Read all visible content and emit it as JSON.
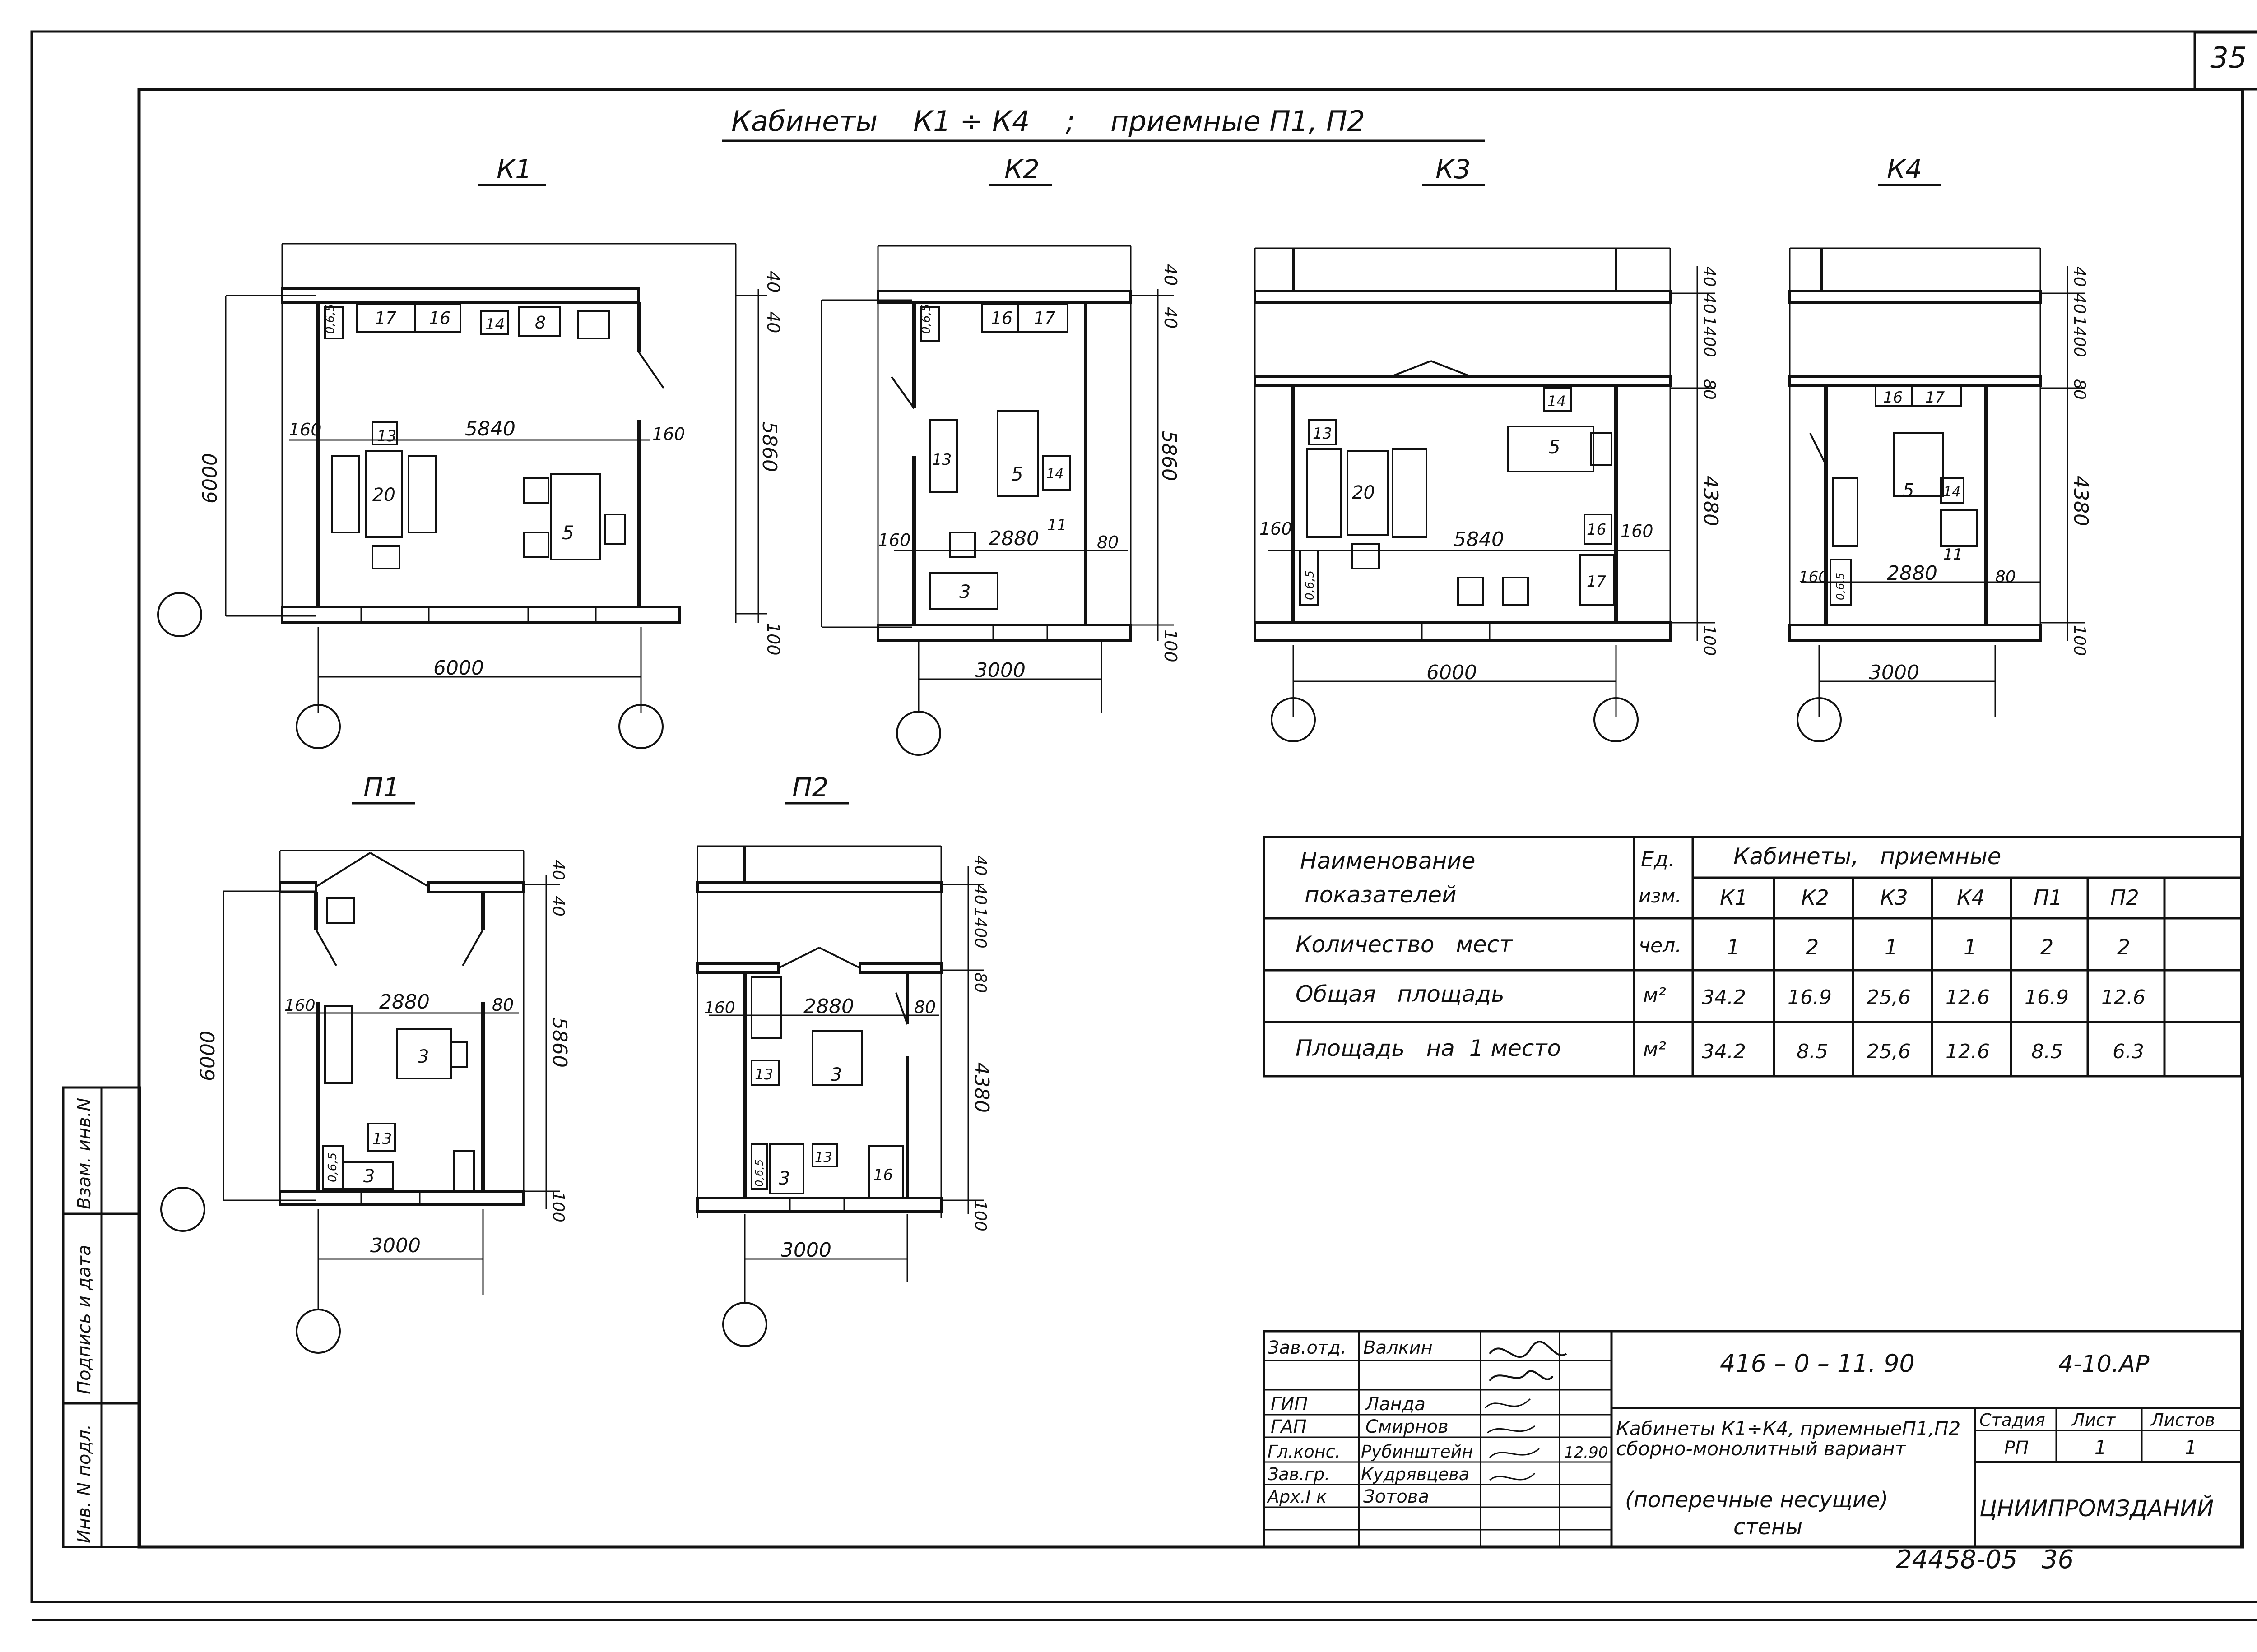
{
  "sheet_number": "35",
  "header_title": "Кабинеты    К1 ÷ К4    ;    приемные П1, П2",
  "plans": {
    "k1": {
      "label": "К1",
      "width_dim": "6000",
      "depth_dim": "6000",
      "room_width": "5840",
      "room_depth": "5860",
      "wall_left": "160",
      "wall_right": "160",
      "top_dims": [
        "40",
        "40"
      ],
      "bottom_dim": "100",
      "items": [
        "17",
        "16",
        "14",
        "8",
        "13",
        "20",
        "5",
        "0,6,5"
      ]
    },
    "k2": {
      "label": "К2",
      "width_dim": "3000",
      "room_width": "2880",
      "room_depth": "5860",
      "wall_left": "160",
      "wall_right": "80",
      "top_dims": [
        "40",
        "40"
      ],
      "bottom_dim": "100",
      "items": [
        "16",
        "17",
        "13",
        "5",
        "14",
        "11",
        "3",
        "0,6,5"
      ]
    },
    "k3": {
      "label": "К3",
      "width_dim": "6000",
      "room_width": "5840",
      "room_depth": "4380",
      "wall_left": "160",
      "wall_right": "160",
      "top_dims": [
        "40",
        "40",
        "1400",
        "80"
      ],
      "bottom_dim": "100",
      "items": [
        "14",
        "5",
        "13",
        "20",
        "16",
        "17",
        "0,6,5"
      ]
    },
    "k4": {
      "label": "К4",
      "width_dim": "3000",
      "room_width": "2880",
      "room_depth": "4380",
      "wall_left": "160",
      "wall_right": "80",
      "top_dims": [
        "40",
        "40",
        "1400",
        "80"
      ],
      "bottom_dim": "100",
      "items": [
        "16",
        "17",
        "5",
        "14",
        "11",
        "0,6,5"
      ]
    },
    "p1": {
      "label": "П1",
      "width_dim": "3000",
      "depth_dim": "6000",
      "room_width": "2880",
      "room_depth": "5860",
      "wall_left": "160",
      "wall_right": "80",
      "top_dims": [
        "40",
        "40"
      ],
      "bottom_dim": "100",
      "items": [
        "3",
        "13",
        "3",
        "0,6,5"
      ]
    },
    "p2": {
      "label": "П2",
      "width_dim": "3000",
      "room_width": "2880",
      "room_depth": "4380",
      "wall_left": "160",
      "wall_right": "80",
      "top_dims": [
        "40",
        "40",
        "1400",
        "80"
      ],
      "bottom_dim": "100",
      "items": [
        "13",
        "3",
        "13",
        "3",
        "16",
        "0,6,5"
      ]
    }
  },
  "table": {
    "head_name_1": "Наименование",
    "head_name_2": "показателей",
    "head_unit_1": "Ед.",
    "head_unit_2": "изм.",
    "head_group": "Кабинеты,   приемные",
    "columns": [
      "К1",
      "К2",
      "К3",
      "К4",
      "П1",
      "П2"
    ],
    "rows": [
      {
        "name": "Количество   мест",
        "unit": "чел.",
        "values": [
          "1",
          "2",
          "1",
          "1",
          "2",
          "2"
        ]
      },
      {
        "name": "Общая   площадь",
        "unit": "м²",
        "values": [
          "34.2",
          "16.9",
          "25,6",
          "12.6",
          "16.9",
          "12.6"
        ]
      },
      {
        "name": "Площадь   на  1 место",
        "unit": "м²",
        "values": [
          "34.2",
          "8.5",
          "25,6",
          "12.6",
          "8.5",
          "6.3"
        ]
      }
    ]
  },
  "stamp": {
    "roles": [
      "Зав.отд.",
      "ГИП",
      "ГАП",
      "Гл.конс.",
      "Зав.гр.",
      "Арх.I к"
    ],
    "names": [
      "Валкин",
      "Ланда",
      "Смирнов",
      "Рубинштейн",
      "Кудрявцева",
      "Зотова"
    ],
    "date": "12.90",
    "project_code": "416 – 0 – 11. 90",
    "sheet_code": "4-10.АР",
    "title_1": "Кабинеты К1÷К4, приемныеП1,П2",
    "title_2": "сборно-монолитный вариант",
    "title_3": "(поперечные несущие)",
    "title_4": "стены",
    "stage_label": "Стадия",
    "sheet_label": "Лист",
    "sheets_label": "Листов",
    "stage": "РП",
    "sheet": "1",
    "sheets": "1",
    "organization": "ЦНИИПРОМЗДАНИЙ"
  },
  "side_stamp": [
    "Инв. N подл.",
    "Подпись и дата",
    "Взам. инв.N"
  ],
  "footer_code": "24458-05   36"
}
